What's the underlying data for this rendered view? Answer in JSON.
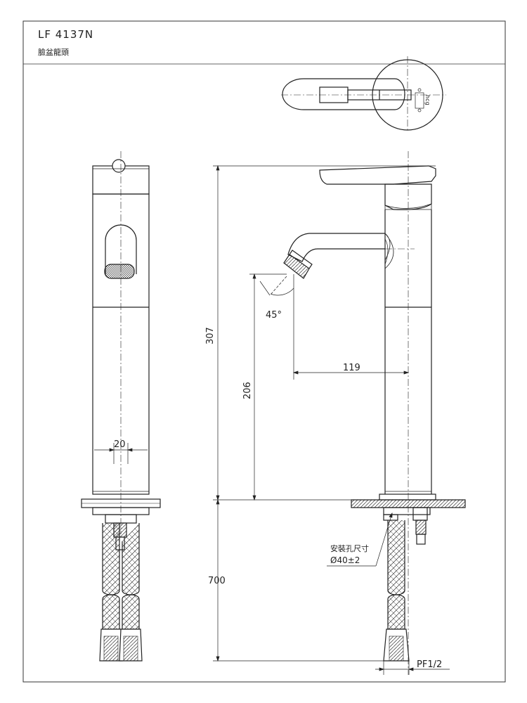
{
  "title": {
    "model": "LF 4137N",
    "name": "臉盆龍頭"
  },
  "dimensions": {
    "total_height": "307",
    "spout_height": "206",
    "spout_reach": "119",
    "body_width": "20",
    "hose_length": "700",
    "spout_angle": "45°",
    "install_hole_label": "安裝孔尺寸",
    "install_hole_size": "Ø40±2",
    "connection_thread": "PF1/2"
  },
  "logo_text": "hcg"
}
